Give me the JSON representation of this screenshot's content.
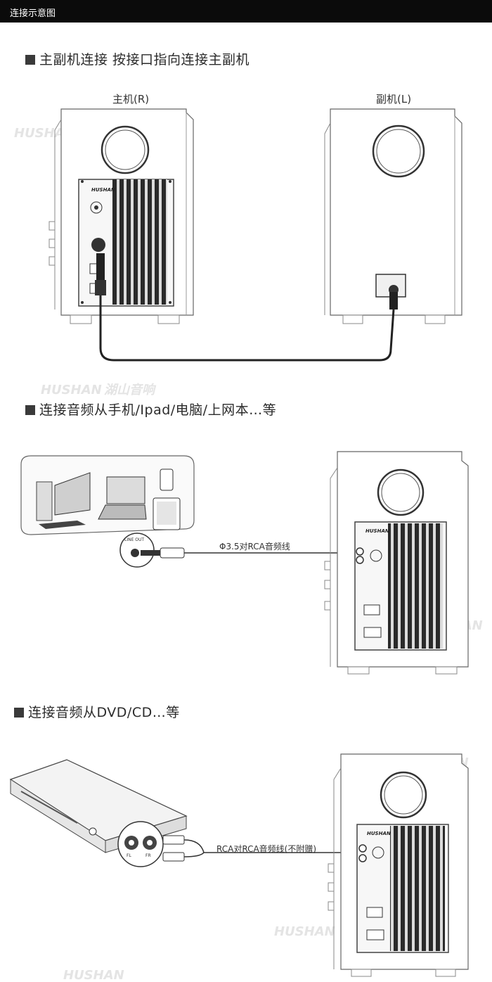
{
  "header": {
    "title": "连接示意图"
  },
  "sections": [
    {
      "title": "主副机连接 按接口指向连接主副机"
    },
    {
      "title": "连接音频从手机/Ipad/电脑/上网本…等"
    },
    {
      "title": "连接音频从DVD/CD…等"
    }
  ],
  "labels": {
    "main_speaker": "主机(R)",
    "sub_speaker": "副机(L)",
    "cable_35_rca": "Φ3.5对RCA音频线",
    "cable_rca_rca": "RCA对RCA音频线(不附赠)",
    "line_out": "LINE OUT",
    "brand": "HUSHAN",
    "rca_left": "FL",
    "rca_right": "FR"
  },
  "watermark": {
    "latin": "HUSHAN",
    "cjk": "湖山音响"
  }
}
